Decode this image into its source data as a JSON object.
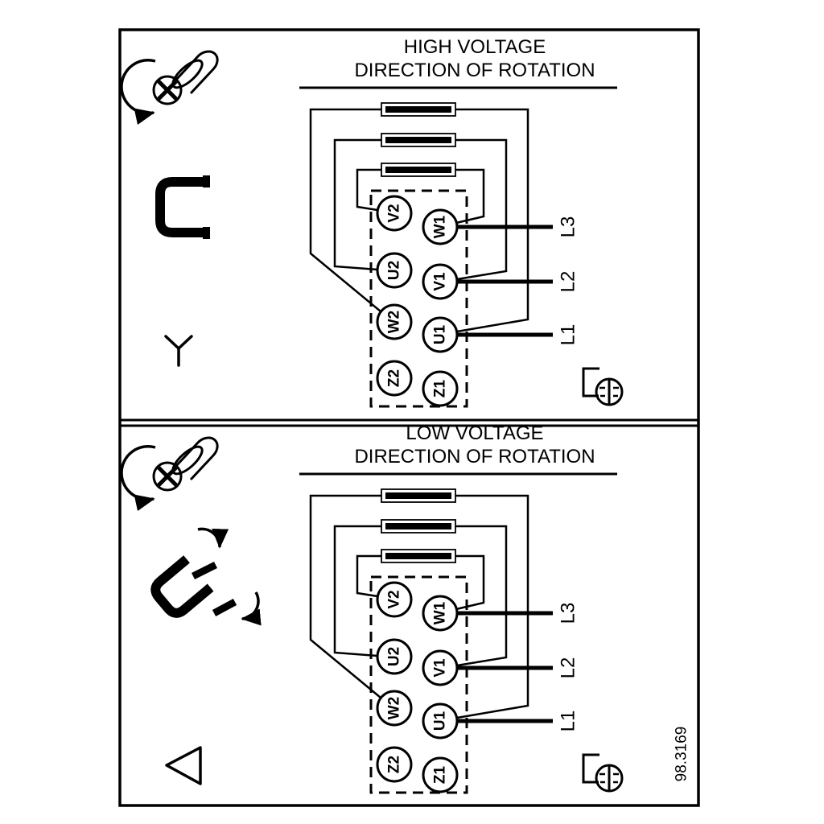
{
  "figure": {
    "number": "98.3169"
  },
  "panels": {
    "high": {
      "title": "HIGH VOLTAGE",
      "subtitle": "DIRECTION OF ROTATION",
      "connection": "star"
    },
    "low": {
      "title": "LOW VOLTAGE",
      "subtitle": "DIRECTION OF ROTATION",
      "connection": "delta"
    }
  },
  "terminals": {
    "left": [
      "V2",
      "U2",
      "W2",
      "Z2"
    ],
    "right": [
      "W1",
      "V1",
      "U1",
      "Z1"
    ]
  },
  "supply_lines": [
    "L3",
    "L2",
    "L1"
  ],
  "colors": {
    "line": "#000000",
    "background": "#ffffff"
  }
}
